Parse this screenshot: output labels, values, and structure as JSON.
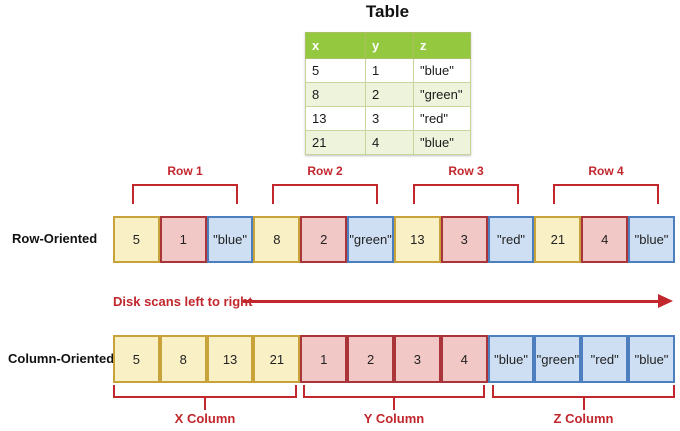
{
  "table": {
    "title": "Table",
    "headers": [
      "x",
      "y",
      "z"
    ],
    "rows": [
      [
        "5",
        "1",
        "\"blue\""
      ],
      [
        "8",
        "2",
        "\"green\""
      ],
      [
        "13",
        "3",
        "\"red\""
      ],
      [
        "21",
        "4",
        "\"blue\""
      ]
    ]
  },
  "row_oriented": {
    "label": "Row-Oriented",
    "cells": [
      "5",
      "1",
      "\"blue\"",
      "8",
      "2",
      "\"green\"",
      "13",
      "3",
      "\"red\"",
      "21",
      "4",
      "\"blue\""
    ],
    "brackets": [
      "Row 1",
      "Row 2",
      "Row 3",
      "Row 4"
    ]
  },
  "disk_scan": {
    "label": "Disk scans left to right"
  },
  "column_oriented": {
    "label": "Column-Oriented",
    "cells": [
      "5",
      "8",
      "13",
      "21",
      "1",
      "2",
      "3",
      "4",
      "\"blue\"",
      "\"green\"",
      "\"red\"",
      "\"blue\""
    ],
    "brackets": [
      "X Column",
      "Y Column",
      "Z Column"
    ]
  },
  "colors": {
    "accent_red": "#C1272D",
    "header_green": "#94C83E",
    "row_alt_green": "#EEF3DC",
    "x_fill": "#FAF0C6",
    "x_border": "#C8A23B",
    "y_fill": "#F1C8C6",
    "y_border": "#A9353B",
    "z_fill": "#CEDFF3",
    "z_border": "#4D7EBE"
  }
}
